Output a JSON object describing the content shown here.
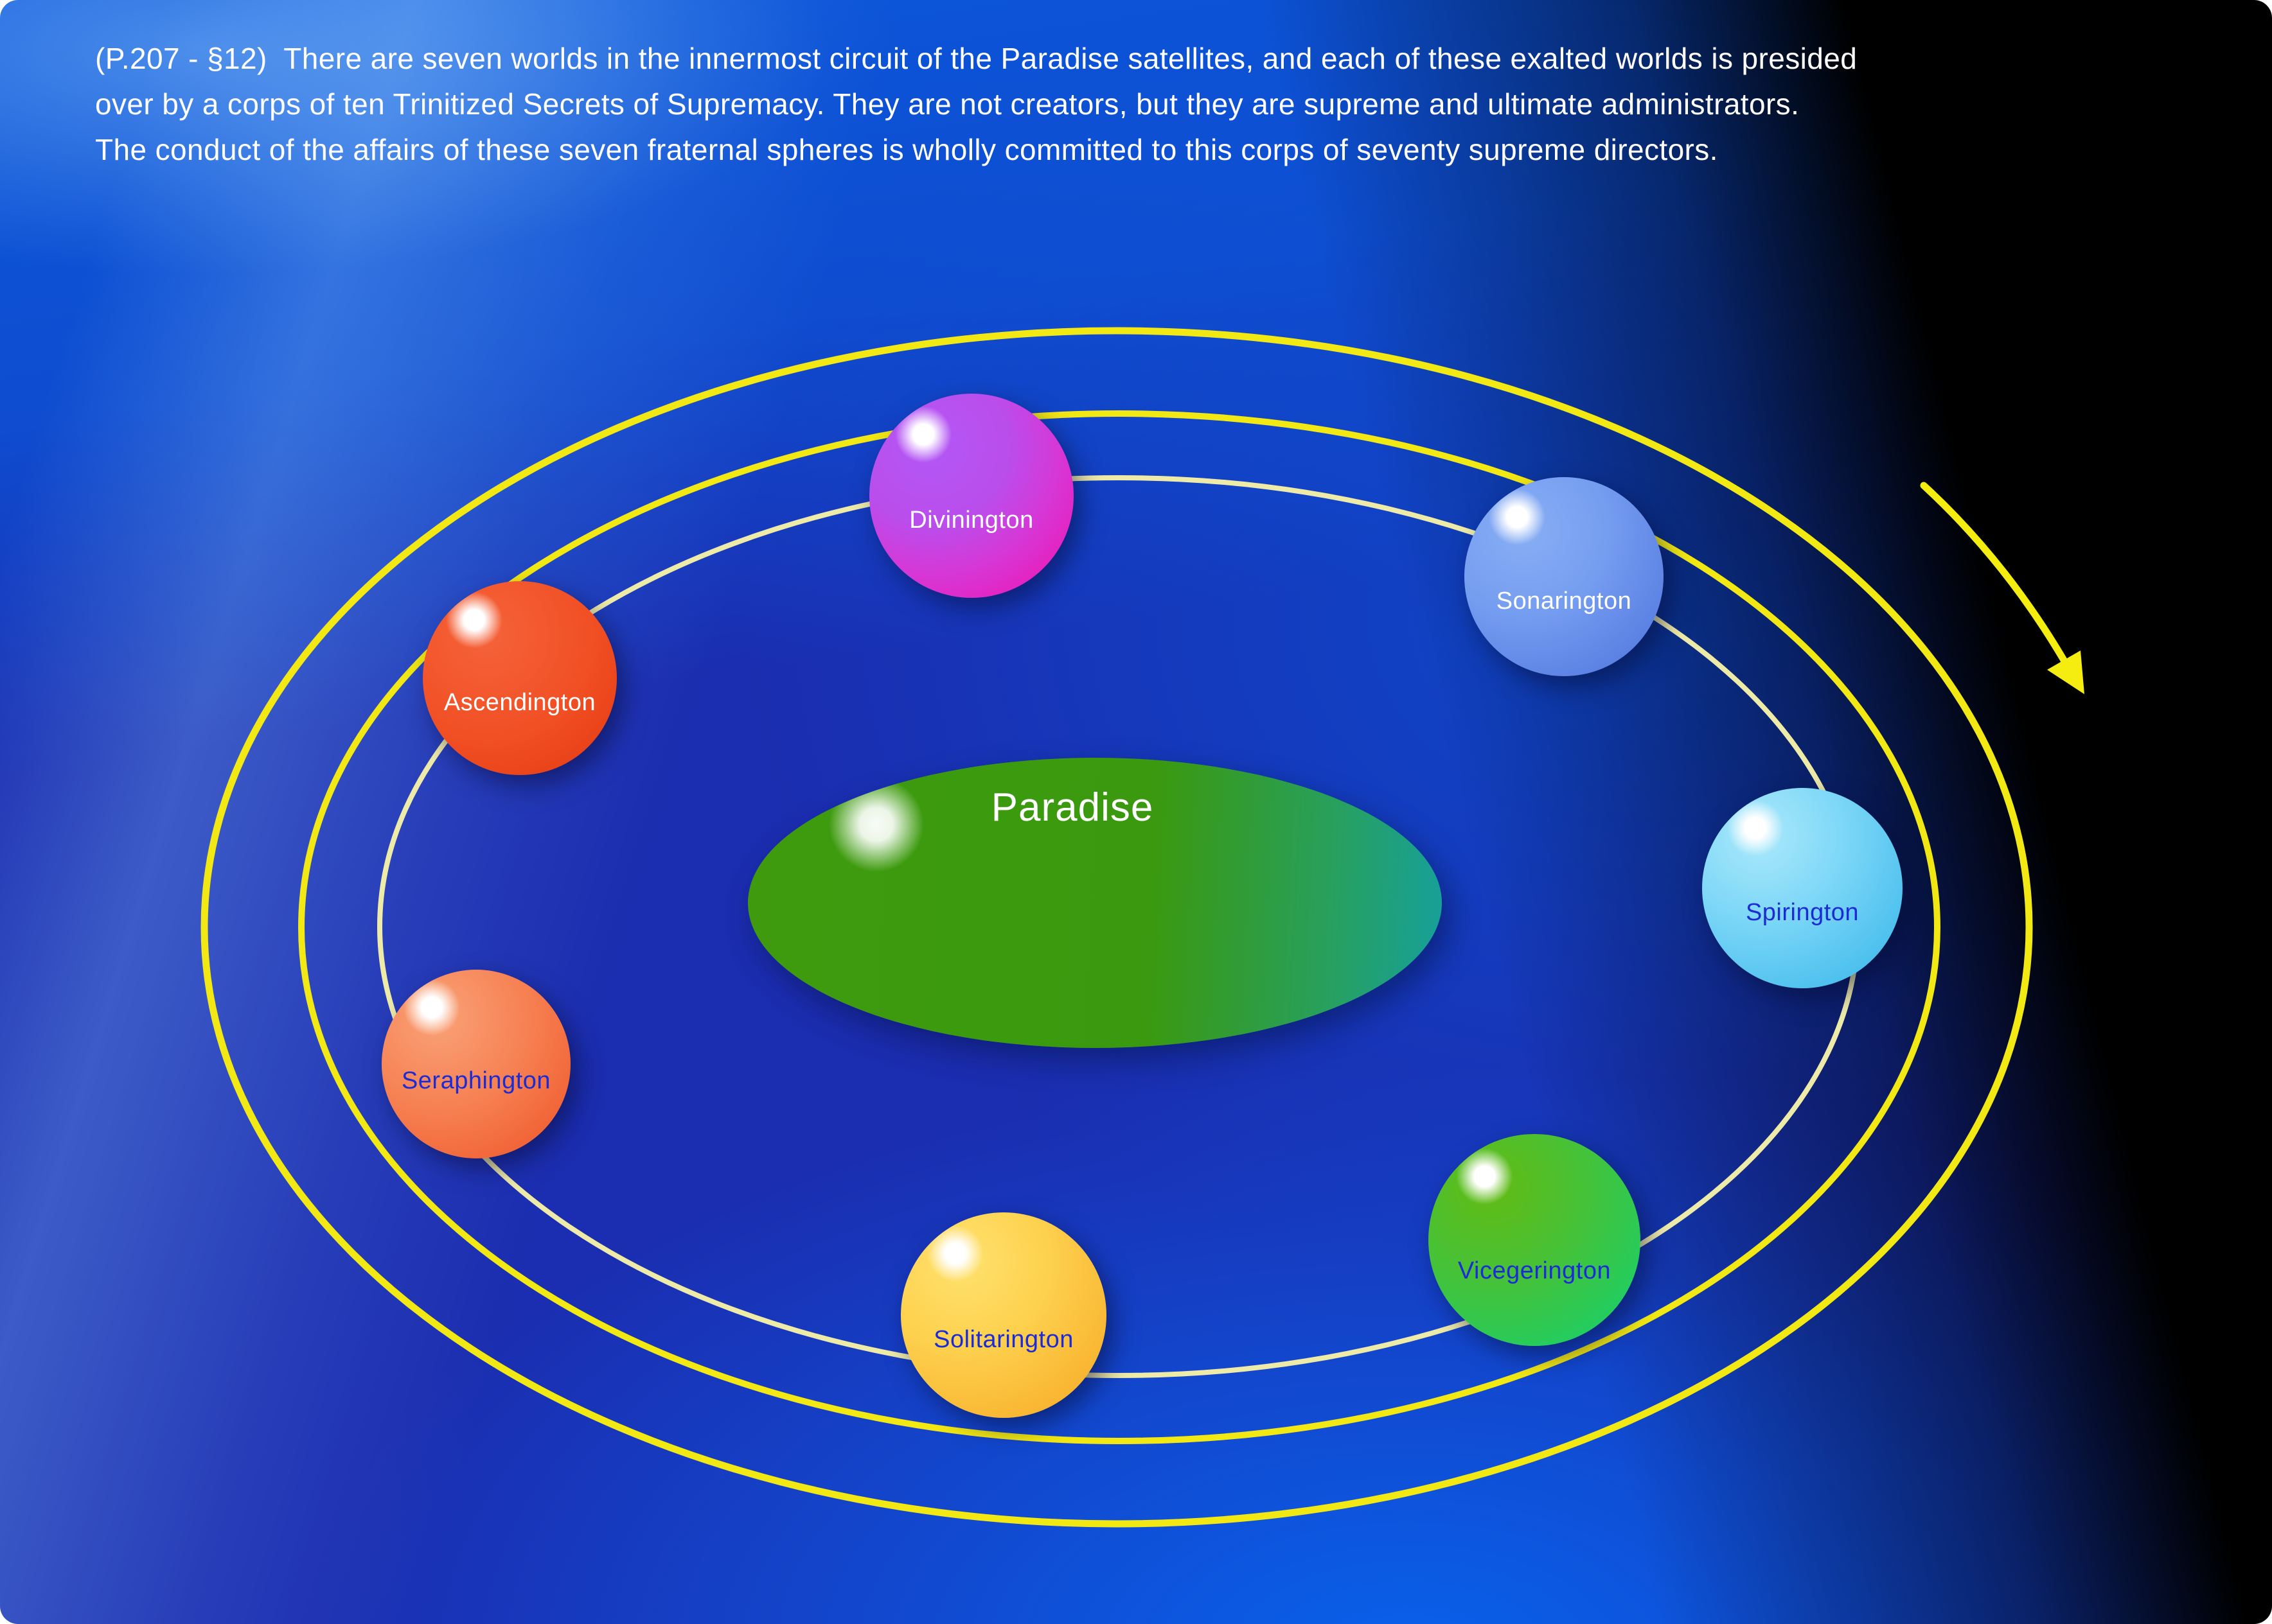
{
  "header": {
    "lines": [
      "(P.207 - §12)  There are seven worlds in the innermost circuit of the Paradise satellites, and each of these exalted worlds is presided",
      "over by a corps of ten Trinitized Secrets of Supremacy. They are not creators, but they are supreme and ultimate administrators.",
      "The conduct of the affairs of these seven fraternal spheres is wholly committed to this corps of seventy supreme directors."
    ],
    "text_color": "#ffffff"
  },
  "paradise": {
    "label": "Paradise",
    "label_color": "#ffffff",
    "fill_left_color": "#3f9b0d",
    "fill_right_color": "#16a09c"
  },
  "worlds": [
    {
      "name": "Divinington",
      "label_color": "#ffffff",
      "base_color": "#d637d6"
    },
    {
      "name": "Sonarington",
      "label_color": "#ffffff",
      "base_color": "#6d97ea"
    },
    {
      "name": "Ascendington",
      "label_color": "#ffffff",
      "base_color": "#ee4720"
    },
    {
      "name": "Spirington",
      "label_color": "#1b2bd6",
      "base_color": "#5fc9f3"
    },
    {
      "name": "Seraphington",
      "label_color": "#1b2bd6",
      "base_color": "#f4764a"
    },
    {
      "name": "Vicegerington",
      "label_color": "#1b2bd6",
      "base_color": "#2fc94f"
    },
    {
      "name": "Solitarington",
      "label_color": "#1b2bd6",
      "base_color": "#fbbf38"
    }
  ],
  "orbits": {
    "count": 3,
    "ring_colors": [
      "#f2e813",
      "#f2e813",
      "#eeeaa8"
    ]
  },
  "arrow": {
    "color": "#f5ed10"
  },
  "background": {
    "base_color": "#1b2db0",
    "bright_color": "#0a58dc",
    "fade_color": "#000000"
  }
}
